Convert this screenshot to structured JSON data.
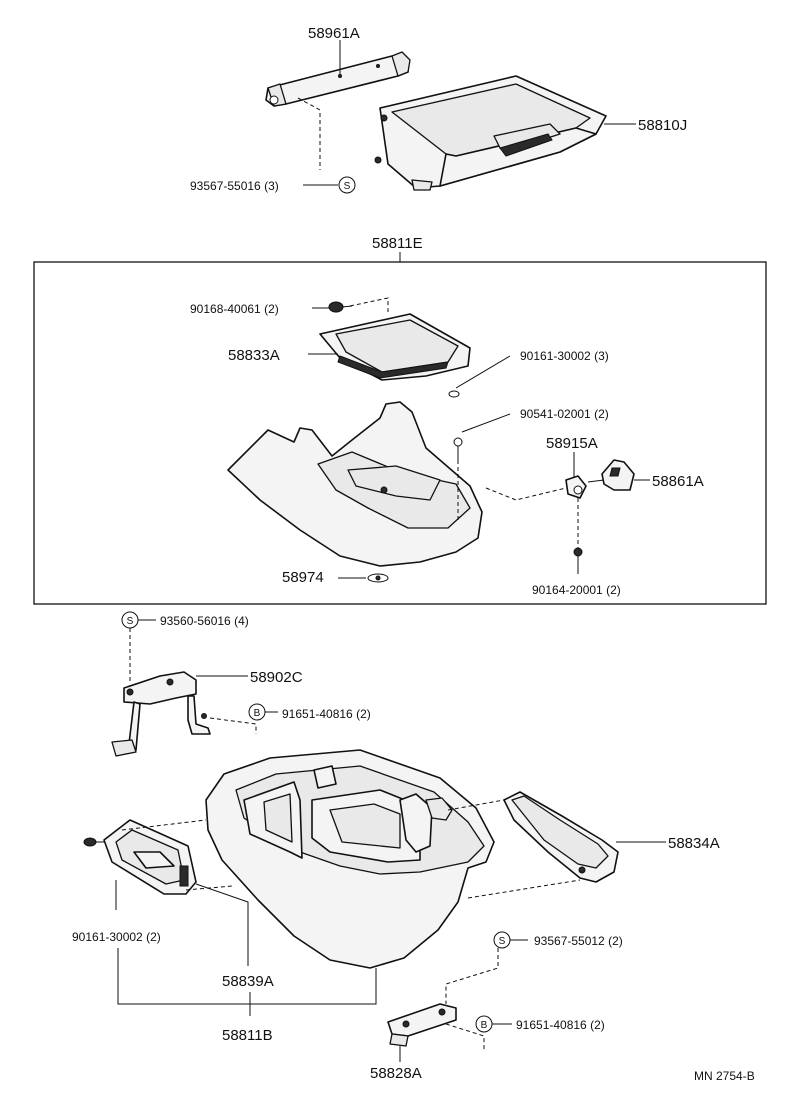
{
  "labels": {
    "p58961A": "58961A",
    "p58810J": "58810J",
    "p93567_55016": "93567-55016 (3)",
    "p58811E": "58811E",
    "p90168_40061": "90168-40061 (2)",
    "p58833A": "58833A",
    "p90161_30002_3": "90161-30002 (3)",
    "p90541_02001": "90541-02001 (2)",
    "p58915A": "58915A",
    "p58861A": "58861A",
    "p58974": "58974",
    "p90164_20001": "90164-20001 (2)",
    "p93560_56016": "93560-56016 (4)",
    "p58902C": "58902C",
    "p91651_40816_a": "91651-40816 (2)",
    "p58834A": "58834A",
    "p90161_30002_2": "90161-30002 (2)",
    "p93567_55012": "93567-55012 (2)",
    "p58839A": "58839A",
    "p91651_40816_b": "91651-40816 (2)",
    "p58811B": "58811B",
    "p58828A": "58828A",
    "ref": "MN 2754-B"
  },
  "symbols": {
    "s": "S",
    "b": "B"
  }
}
